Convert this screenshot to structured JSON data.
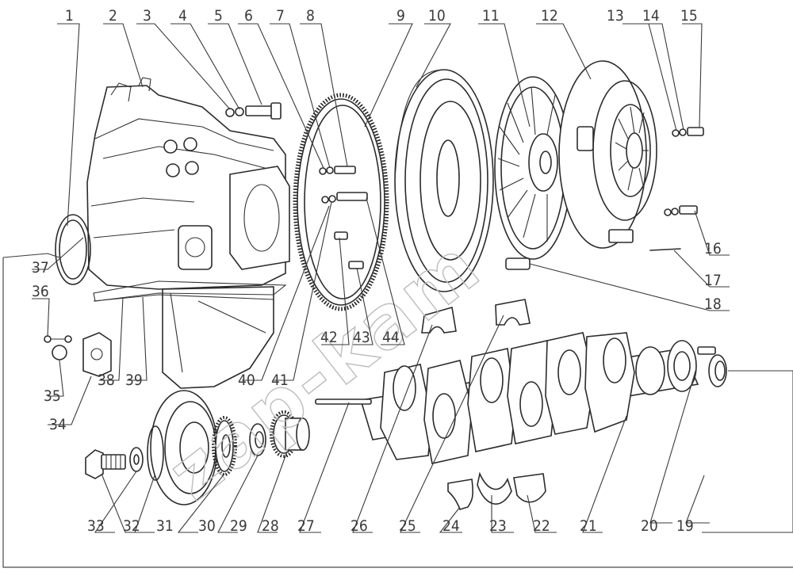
{
  "diagram": {
    "watermark": "zap-kam",
    "labels": {
      "n1": "1",
      "n2": "2",
      "n3": "3",
      "n4": "4",
      "n5": "5",
      "n6": "6",
      "n7": "7",
      "n8": "8",
      "n9": "9",
      "n10": "10",
      "n11": "11",
      "n12": "12",
      "n13": "13",
      "n14": "14",
      "n15": "15",
      "n16": "16",
      "n17": "17",
      "n18": "18",
      "n19": "19",
      "n20": "20",
      "n21": "21",
      "n22": "22",
      "n23": "23",
      "n24": "24",
      "n25": "25",
      "n26": "26",
      "n27": "27",
      "n28": "28",
      "n29": "29",
      "n30": "30",
      "n31": "31",
      "n32": "32",
      "n33": "33",
      "n34": "34",
      "n35": "35",
      "n36": "36",
      "n37": "37",
      "n38": "38",
      "n39": "39",
      "n40": "40",
      "n41": "41",
      "n42": "42",
      "n43": "43",
      "n44": "44"
    }
  }
}
